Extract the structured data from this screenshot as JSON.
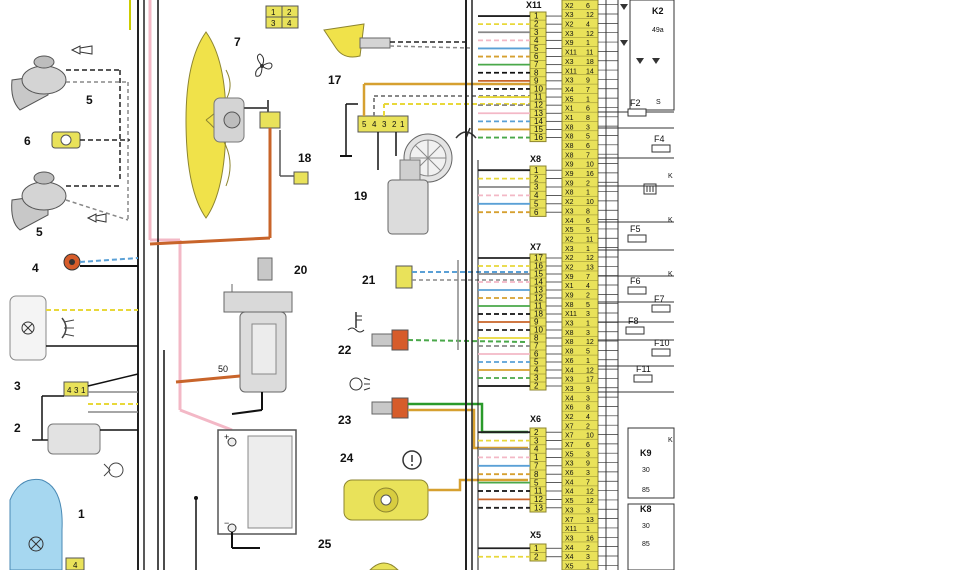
{
  "component_numbers": {
    "c1": "1",
    "c2": "2",
    "c3": "3",
    "c4": "4",
    "c5a": "5",
    "c5b": "5",
    "c6": "6",
    "c7": "7",
    "c17": "17",
    "c18": "18",
    "c19": "19",
    "c20": "20",
    "c21": "21",
    "c22": "22",
    "c23": "23",
    "c24": "24",
    "c25": "25"
  },
  "labels": {
    "starter_terminal": "50",
    "plus": "+",
    "minus": "−",
    "relay_k2": "K2",
    "k2_terminal": "49a",
    "k2_s": "S",
    "relay_k9": "K9",
    "relay_k8": "K8",
    "k9_30": "30",
    "k9_85": "85",
    "k8_30": "30",
    "k8_85": "85"
  },
  "headlight_connector_pins": [
    "4",
    "3",
    "1"
  ],
  "bottom_left_connector_pin": "4",
  "fan_connector_pins": [
    "1",
    "2",
    "3",
    "4"
  ],
  "washer_connector_pins": [
    "5",
    "4",
    "3",
    "2",
    "1"
  ],
  "connectors": {
    "x11": {
      "name": "X11",
      "pins": [
        "1",
        "2",
        "3",
        "4",
        "5",
        "6",
        "7",
        "8",
        "9",
        "10",
        "11",
        "12",
        "13",
        "14",
        "15",
        "16"
      ]
    },
    "x8": {
      "name": "X8",
      "pins": [
        "1",
        "2",
        "3",
        "4",
        "5",
        "6"
      ]
    },
    "x7": {
      "name": "X7",
      "pins": [
        "17",
        "16",
        "15",
        "14",
        "13",
        "12",
        "11",
        "18",
        "9",
        "10",
        "8",
        "7",
        "6",
        "5",
        "4",
        "3",
        "2"
      ]
    },
    "x6": {
      "name": "X6",
      "pins": [
        "2",
        "3",
        "4",
        "1",
        "7",
        "8",
        "5",
        "11",
        "12",
        "13"
      ]
    },
    "x5": {
      "name": "X5",
      "pins": [
        "1",
        "2"
      ]
    }
  },
  "block_rows": [
    [
      "X2",
      "6"
    ],
    [
      "X3",
      "12"
    ],
    [
      "X2",
      "4"
    ],
    [
      "X3",
      "12"
    ],
    [
      "X9",
      "1"
    ],
    [
      "X11",
      "11"
    ],
    [
      "X3",
      "18"
    ],
    [
      "X11",
      "14"
    ],
    [
      "X3",
      "9"
    ],
    [
      "X4",
      "7"
    ],
    [
      "X5",
      "1"
    ],
    [
      "X1",
      "6"
    ],
    [
      "X1",
      "8"
    ],
    [
      "X8",
      "3"
    ],
    [
      "X8",
      "5"
    ],
    [
      "X8",
      "6"
    ],
    [
      "X8",
      "7"
    ],
    [
      "X9",
      "10"
    ],
    [
      "X9",
      "16"
    ],
    [
      "X9",
      "2"
    ],
    [
      "X8",
      "1"
    ],
    [
      "X2",
      "10"
    ],
    [
      "X3",
      "8"
    ],
    [
      "X4",
      "6"
    ],
    [
      "X5",
      "5"
    ],
    [
      "X2",
      "11"
    ],
    [
      "X3",
      "1"
    ],
    [
      "X2",
      "12"
    ],
    [
      "X2",
      "13"
    ],
    [
      "X9",
      "7"
    ],
    [
      "X1",
      "4"
    ],
    [
      "X9",
      "2"
    ],
    [
      "X8",
      "5"
    ],
    [
      "X11",
      "3"
    ],
    [
      "X3",
      "1"
    ],
    [
      "X8",
      "3"
    ],
    [
      "X8",
      "12"
    ],
    [
      "X8",
      "5"
    ],
    [
      "X6",
      "1"
    ],
    [
      "X4",
      "12"
    ],
    [
      "X3",
      "17"
    ],
    [
      "X3",
      "9"
    ],
    [
      "X4",
      "3"
    ],
    [
      "X6",
      "8"
    ],
    [
      "X2",
      "4"
    ],
    [
      "X7",
      "2"
    ],
    [
      "X7",
      "10"
    ],
    [
      "X7",
      "6"
    ],
    [
      "X5",
      "3"
    ],
    [
      "X3",
      "9"
    ],
    [
      "X6",
      "3"
    ],
    [
      "X4",
      "7"
    ],
    [
      "X4",
      "12"
    ],
    [
      "X5",
      "12"
    ],
    [
      "X3",
      "3"
    ],
    [
      "X7",
      "13"
    ],
    [
      "X11",
      "1"
    ],
    [
      "X3",
      "16"
    ],
    [
      "X4",
      "2"
    ],
    [
      "X4",
      "3"
    ],
    [
      "X5",
      "1"
    ]
  ],
  "fuses": [
    "F2",
    "F4",
    "F5",
    "F6",
    "F7",
    "F8",
    "F10",
    "F11"
  ],
  "relay_letters": [
    "K",
    "K",
    "K",
    "K"
  ]
}
